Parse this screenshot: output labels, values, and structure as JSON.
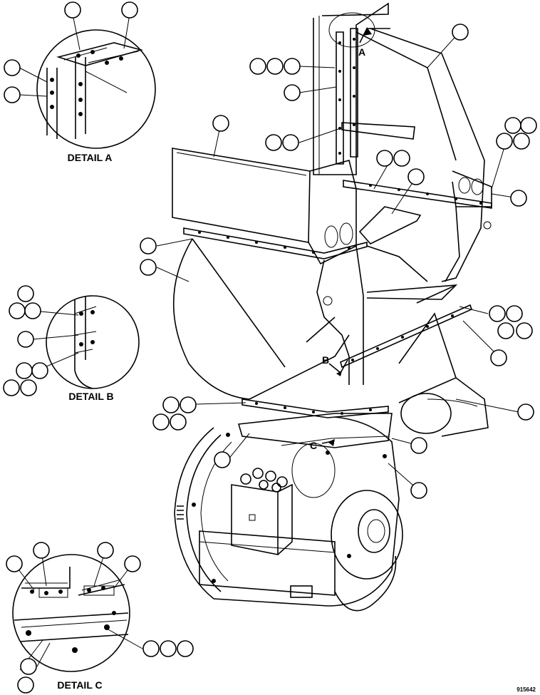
{
  "details": {
    "a": "DETAIL A",
    "b": "DETAIL B",
    "c": "DETAIL C"
  },
  "view_letters": {
    "a": "A",
    "b": "B",
    "c": "C"
  },
  "figure_number": "915642"
}
